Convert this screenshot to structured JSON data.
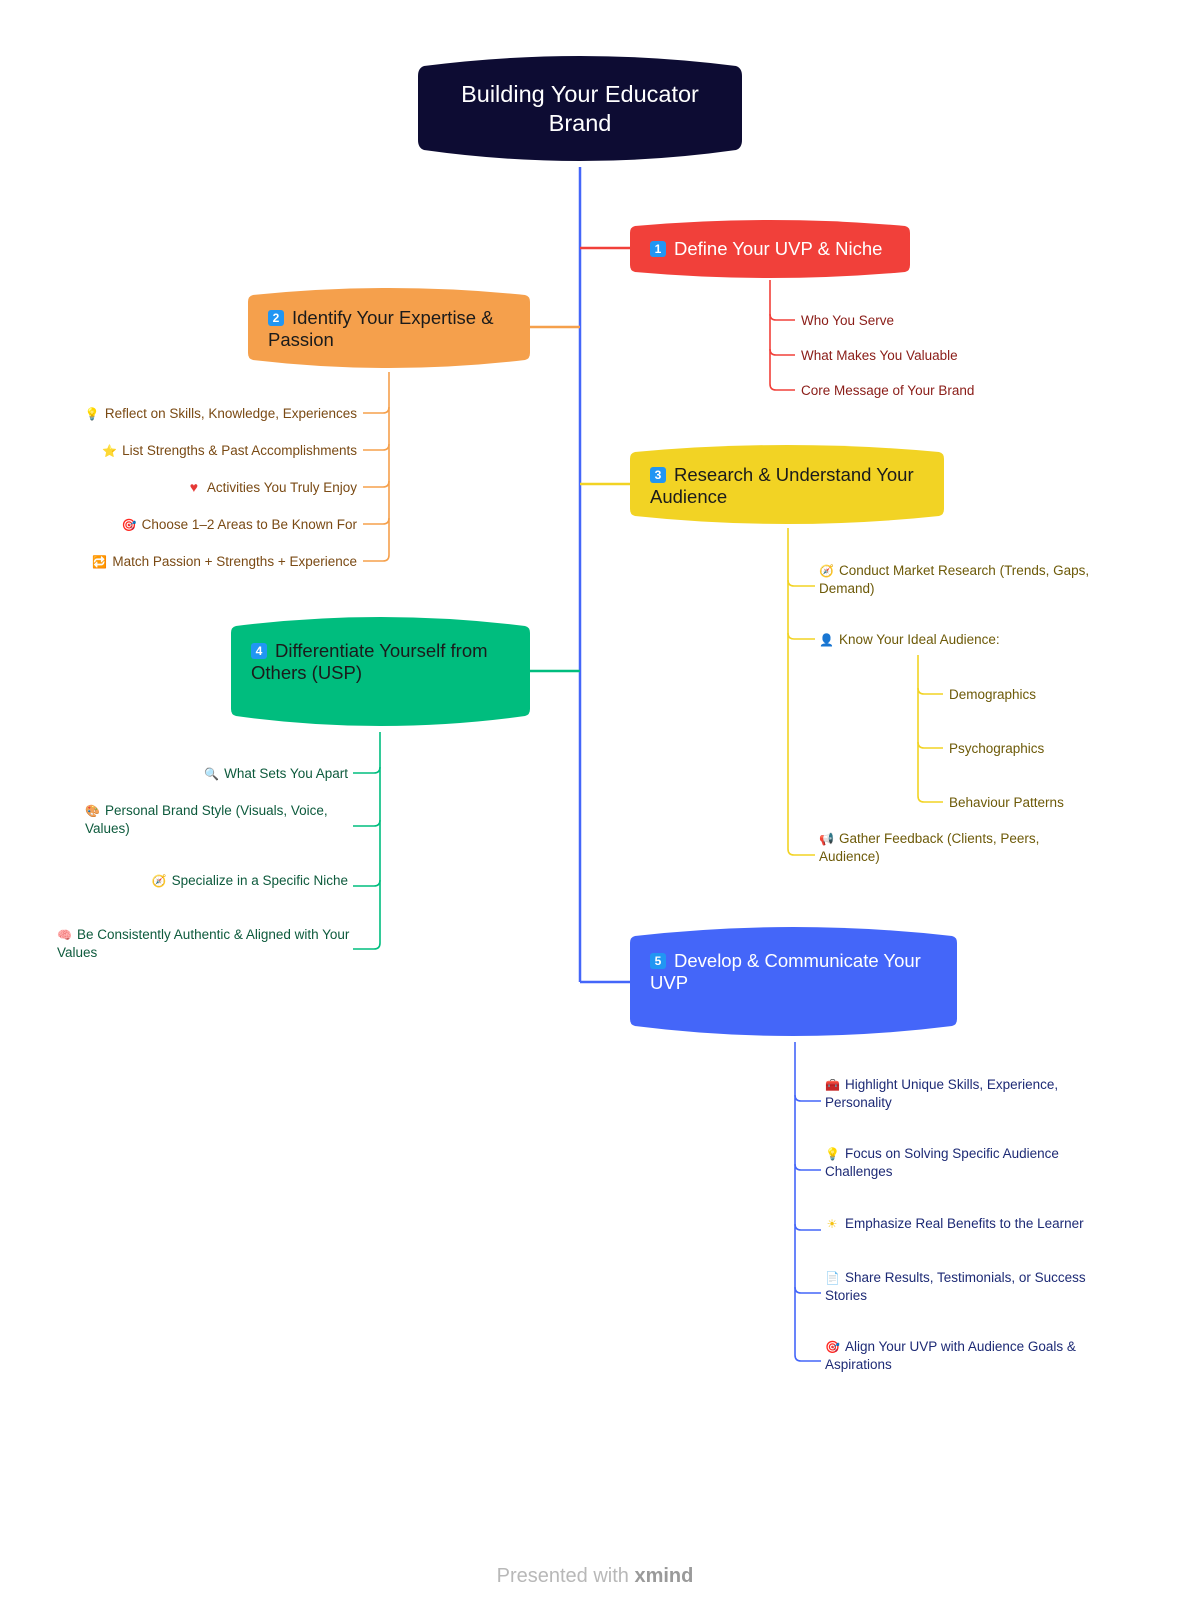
{
  "root": {
    "title": "Building Your Educator Brand"
  },
  "branches": [
    {
      "number": "1",
      "title": "Define Your UVP & Niche",
      "color": "#f1403a",
      "text_color": "#8a1c17",
      "items": [
        {
          "icon": "",
          "text": "Who You Serve"
        },
        {
          "icon": "",
          "text": "What Makes You Valuable"
        },
        {
          "icon": "",
          "text": "Core Message of Your Brand"
        }
      ]
    },
    {
      "number": "2",
      "title": "Identify Your Expertise & Passion",
      "color": "#f5a04c",
      "text_color": "#7a4a14",
      "items": [
        {
          "icon": "💡",
          "text": "Reflect on Skills, Knowledge, Experiences"
        },
        {
          "icon": "⭐",
          "text": "List Strengths & Past Accomplishments"
        },
        {
          "icon": "♥",
          "text": "Activities You Truly Enjoy"
        },
        {
          "icon": "🎯",
          "text": "Choose 1–2 Areas to Be Known For"
        },
        {
          "icon": "🔁",
          "text": "Match Passion + Strengths + Experience"
        }
      ]
    },
    {
      "number": "3",
      "title": "Research & Understand Your Audience",
      "color": "#f2d324",
      "text_color": "#6d5a08",
      "items": [
        {
          "icon": "🧭",
          "text": "Conduct Market Research (Trends, Gaps, Demand)"
        },
        {
          "icon": "👤",
          "text": "Know Your Ideal Audience:",
          "children": [
            "Demographics",
            "Psychographics",
            "Behaviour Patterns"
          ]
        },
        {
          "icon": "📢",
          "text": "Gather Feedback (Clients, Peers, Audience)"
        }
      ]
    },
    {
      "number": "4",
      "title": "Differentiate Yourself from Others (USP)",
      "color": "#00bd7e",
      "text_color": "#0d5a3c",
      "items": [
        {
          "icon": "🔍",
          "text": "What Sets You Apart"
        },
        {
          "icon": "🎨",
          "text": "Personal Brand Style (Visuals, Voice, Values)"
        },
        {
          "icon": "🧭",
          "text": "Specialize in a Specific Niche"
        },
        {
          "icon": "🧠",
          "text": "Be Consistently Authentic & Aligned with Your Values"
        }
      ]
    },
    {
      "number": "5",
      "title": "Develop & Communicate Your UVP",
      "color": "#4466f9",
      "text_color": "#1d2a75",
      "items": [
        {
          "icon": "🧰",
          "text": "Highlight Unique Skills, Experience, Personality"
        },
        {
          "icon": "💡",
          "text": "Focus on Solving Specific Audience Challenges"
        },
        {
          "icon": "☀",
          "text": "Emphasize Real Benefits to the Learner"
        },
        {
          "icon": "📄",
          "text": "Share Results, Testimonials, or Success Stories"
        },
        {
          "icon": "🎯",
          "text": "Align Your UVP with Audience Goals & Aspirations"
        }
      ]
    }
  ],
  "trunk_color": "#4466f9",
  "footer": {
    "prefix": "Presented with ",
    "brand": "xmind"
  }
}
